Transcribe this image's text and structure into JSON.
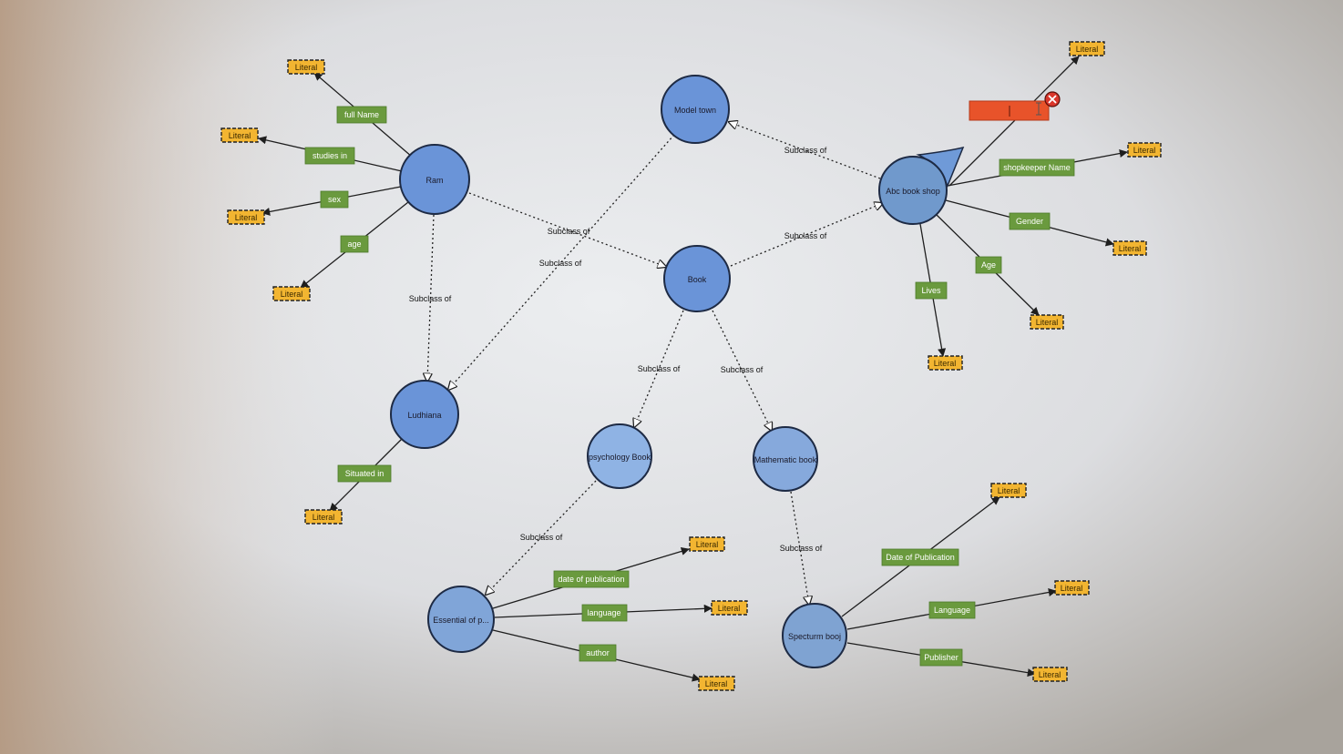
{
  "colors": {
    "class_fill": "#6f9ad8",
    "class_fill_light": "#8fb3e4",
    "literal_fill": "#f2b531",
    "property_fill": "#6a9a3e",
    "editor_fill": "#e8532a",
    "delete_fill": "#d9362b"
  },
  "classes": {
    "model_town": "Model town",
    "ram": "Ram",
    "book": "Book",
    "abc_book_shop": "Abc book shop",
    "ludhiana": "Ludhiana",
    "psychology_book": "psychology Book",
    "mathematic_book": "Mathematic book",
    "essential": "Essential of p...",
    "specturm": "Specturm booj"
  },
  "properties": {
    "full_name": "full Name",
    "studies_in": "studies in",
    "sex": "sex",
    "age_ram": "age",
    "situated_in": "Situated in",
    "shopkeeper_name": "shopkeeper Name",
    "gender": "Gender",
    "age_shop": "Age",
    "lives": "Lives",
    "date_of_publication_lower": "date of publication",
    "language_lower": "language",
    "author": "author",
    "date_of_publication_upper": "Date of Publication",
    "language_upper": "Language",
    "publisher": "Publisher"
  },
  "literal_label": "Literal",
  "subclass_label": "Subclass of",
  "editor": {
    "value": "",
    "delete_icon": "close-icon"
  }
}
